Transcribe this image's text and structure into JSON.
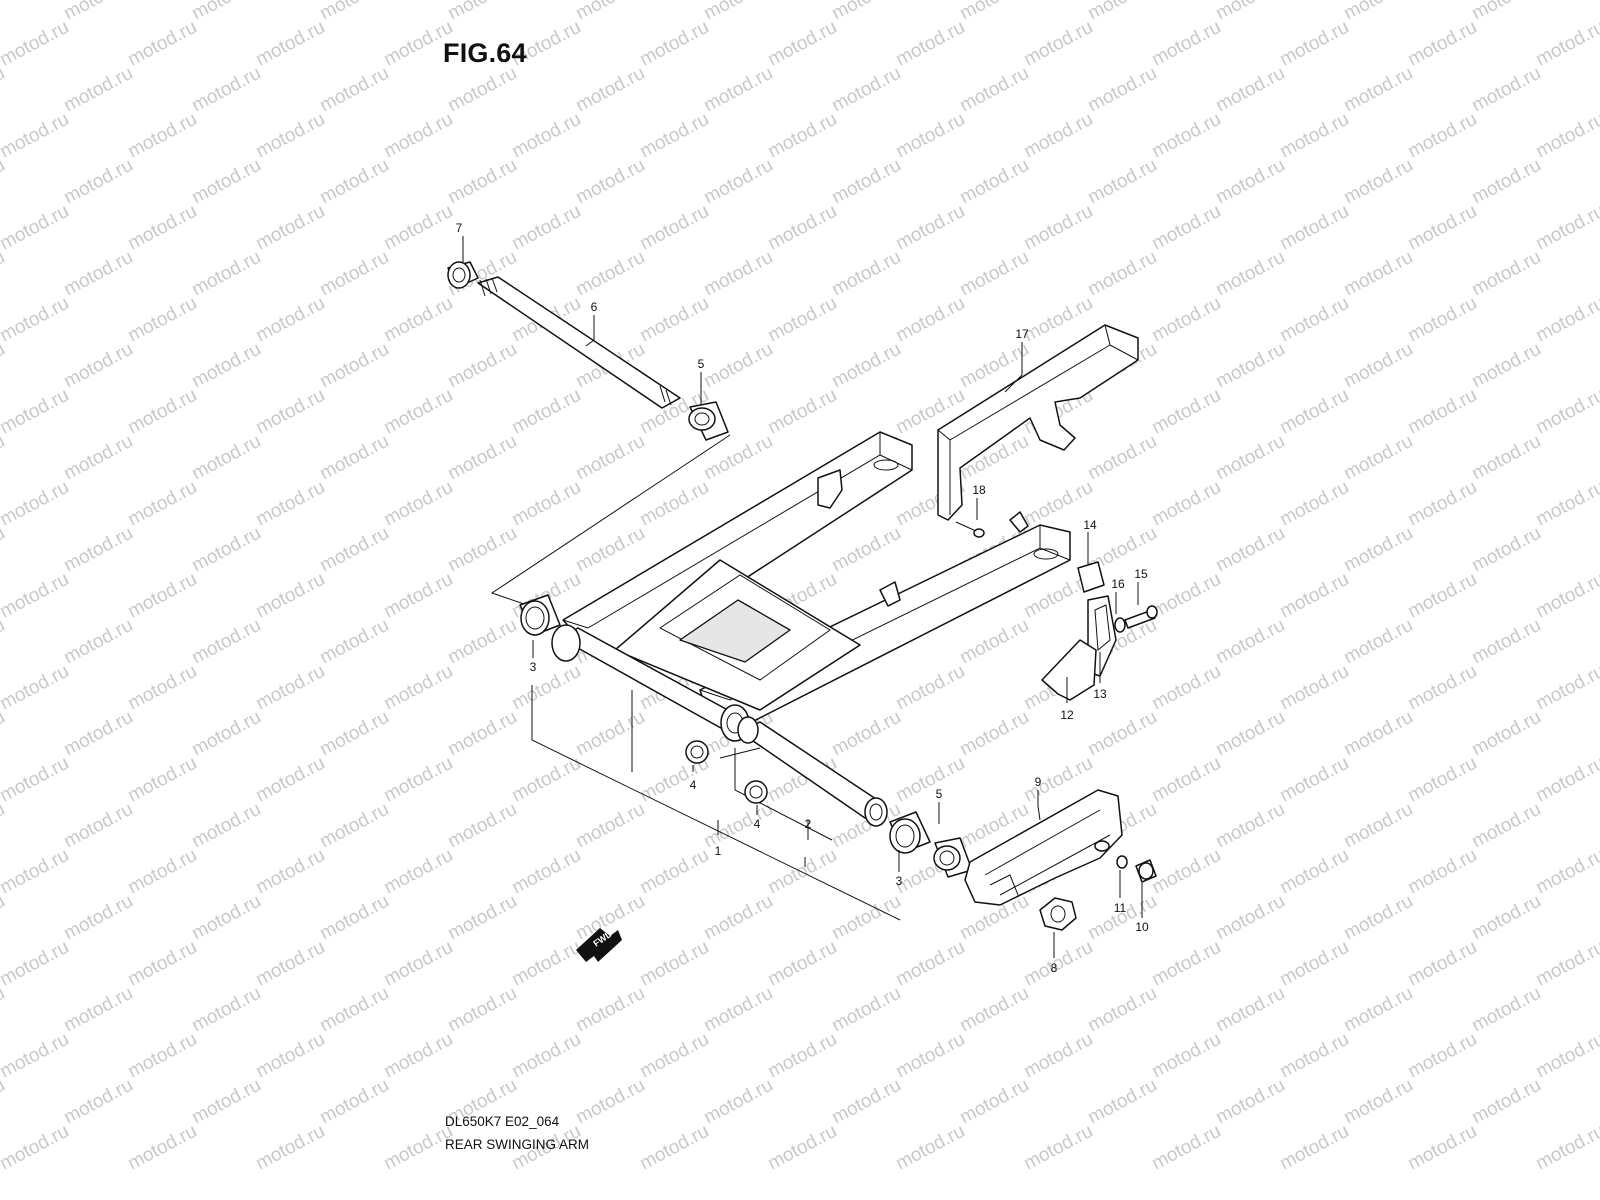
{
  "figure": {
    "title": "FIG.64",
    "code": "DL650K7 E02_064",
    "name": "REAR SWINGING ARM"
  },
  "watermark": {
    "text": "motod.ru"
  },
  "callouts": [
    "7",
    "6",
    "5",
    "17",
    "18",
    "14",
    "16",
    "15",
    "3",
    "13",
    "12",
    "4",
    "4",
    "2",
    "1",
    "5",
    "9",
    "3",
    "11",
    "10",
    "8"
  ],
  "direction_badge": "FWD",
  "colors": {
    "ink": "#111111",
    "watermark": "#c9c9c9",
    "shade": "#e6e6e6"
  }
}
